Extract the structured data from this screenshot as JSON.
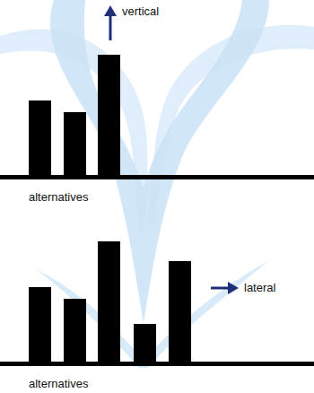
{
  "diagram": {
    "labels": [
      "vertical",
      "alternatives",
      "lateral",
      "alternatives"
    ]
  }
}
